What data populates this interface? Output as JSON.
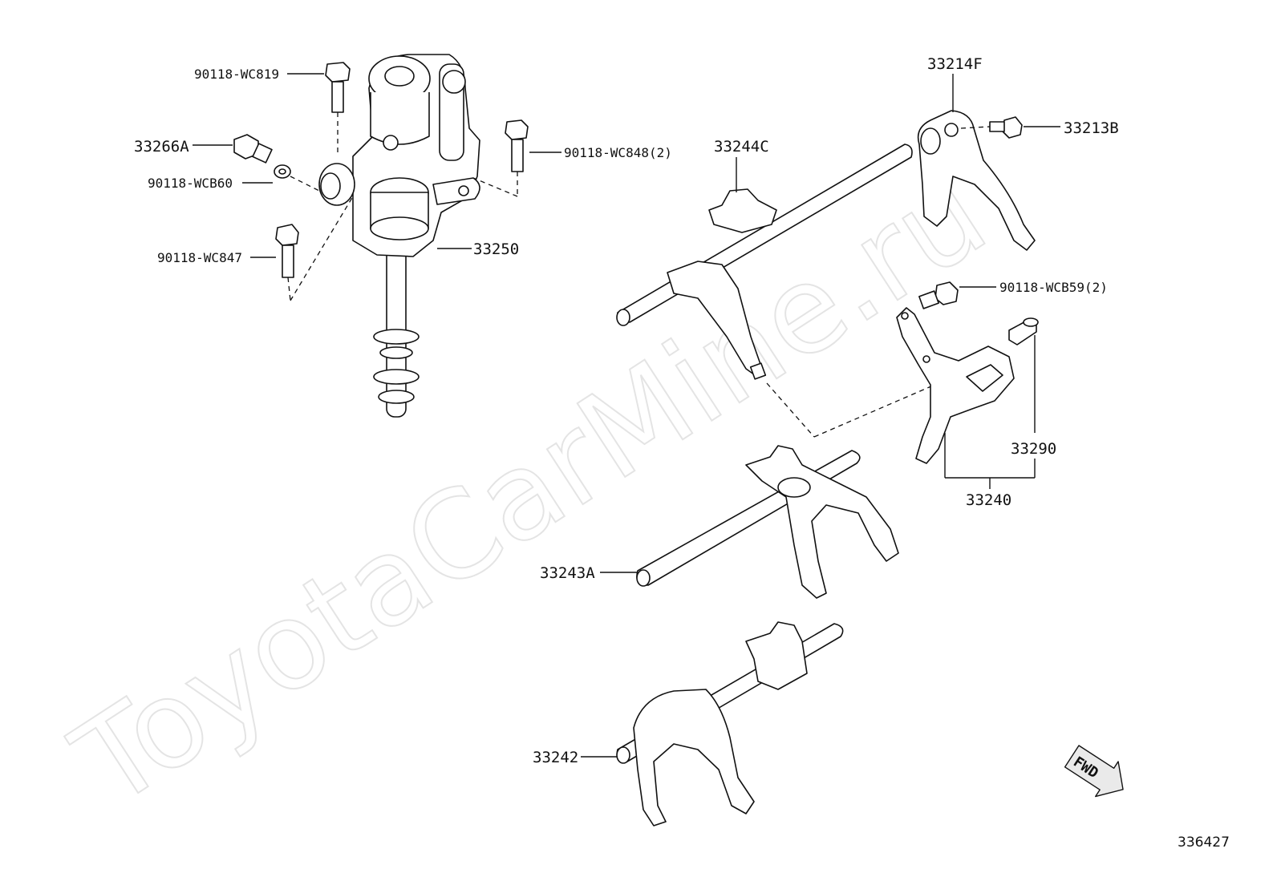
{
  "watermark": "ToyotaCarMine.ru",
  "diagram_id": "336427",
  "fwd_label": "FWD",
  "callouts": {
    "p90118_wc819": "90118-WC819",
    "p33266a": "33266A",
    "p90118_wcb60": "90118-WCB60",
    "p90118_wc847": "90118-WC847",
    "p90118_wc848": "90118-WC848(2)",
    "p33250": "33250",
    "p33244c": "33244C",
    "p33214f": "33214F",
    "p33213b": "33213B",
    "p90118_wcb59": "90118-WCB59(2)",
    "p33290": "33290",
    "p33240": "33240",
    "p33243a": "33243A",
    "p33242": "33242"
  }
}
